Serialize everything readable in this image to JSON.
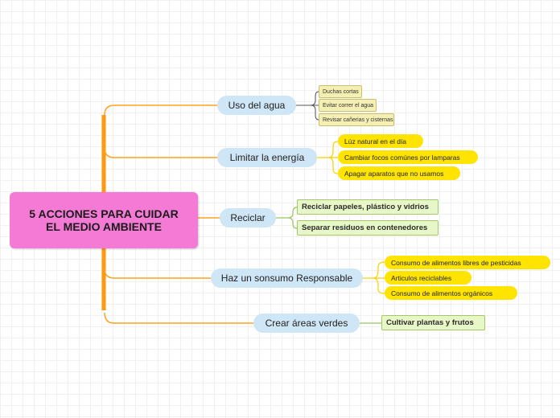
{
  "root": {
    "title": "5 ACCIONES PARA CUIDAR EL MEDIO AMBIENTE"
  },
  "branches": [
    {
      "label": "Uso del agua",
      "items": [
        "Duchas cortas",
        "Evitar correr el agua",
        "Revisar cañerias y cisternas"
      ]
    },
    {
      "label": "Limitar la energía",
      "items": [
        "Lúz natural en el día",
        "Cambiar focos comúnes por lamparas",
        "Apagar aparatos que no usamos"
      ]
    },
    {
      "label": "Reciclar",
      "items": [
        "Reciclar papeles, plástico y vidrios",
        "Separar residuos en contenedores"
      ]
    },
    {
      "label": "Haz un sonsumo Responsable",
      "items": [
        "Consumo de alimentos libres de pesticidas",
        "Articulos reciclables",
        "Consumo de alimentos orgánicos"
      ]
    },
    {
      "label": "Crear áreas verdes",
      "items": [
        "Cultivar plantas y frutos"
      ]
    }
  ],
  "colors": {
    "root": "#f47ad6",
    "branch_line": "#ffa21f",
    "main_node": "#cfe6f6",
    "tan_node": "#f5efb4",
    "yellow_node": "#ffe400",
    "green_node": "#e8f7c8"
  }
}
